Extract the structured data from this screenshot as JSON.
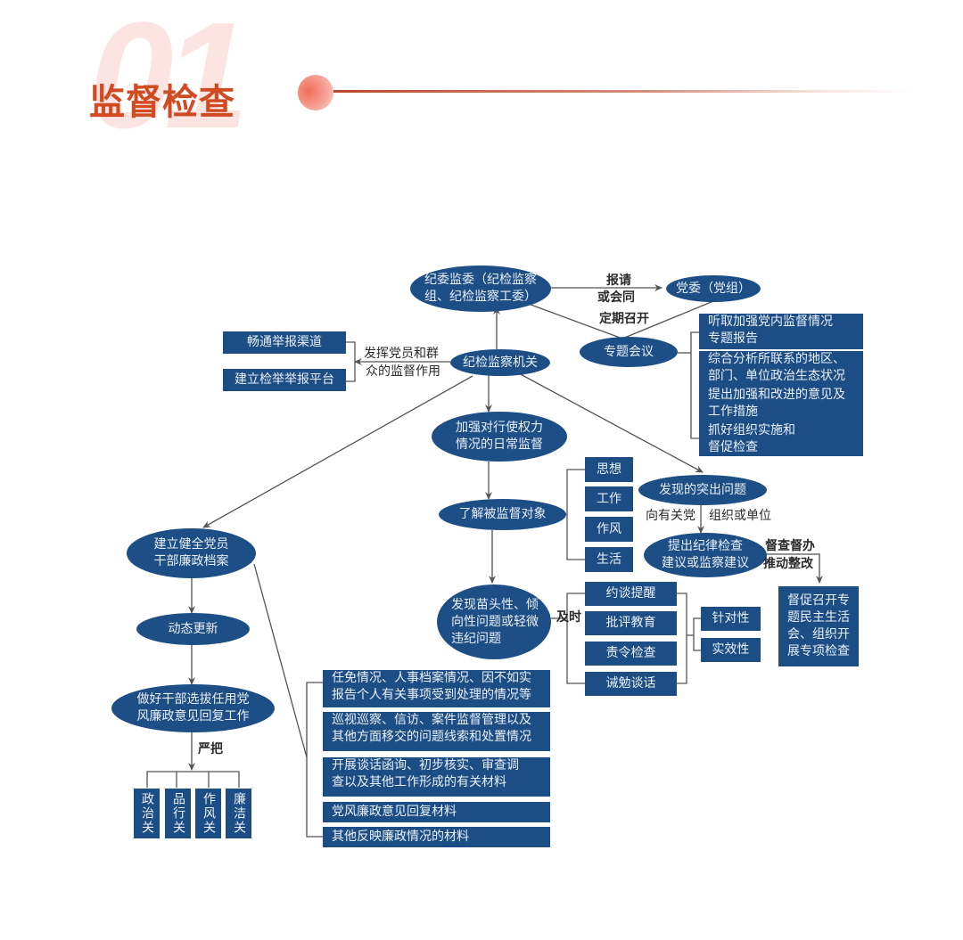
{
  "header": {
    "section_number": "01",
    "title": "监督检查",
    "accent_color": "#d04a22"
  },
  "diagram": {
    "nodes": {
      "jiwei": "纪委监委（纪检监察组、纪检监察工委）",
      "jiwei_line1": "纪委监委（纪检监察",
      "jiwei_line2": "组、纪检监察工委）",
      "dangwei": "党委（党组）",
      "zhuanti": "专题会议",
      "jijian": "纪检监察机关",
      "jiaqiang_line1": "加强对行使权力",
      "jiaqiang_line2": "情况的日常监督",
      "liaojie": "了解被监督对象",
      "faxian_tuchu": "发现的突出问题",
      "tichu_line1": "提出纪律检查",
      "tichu_line2": "建议或监察建议",
      "miaotou_line1": "发现苗头性、倾",
      "miaotou_line2": "向性问题或轻微",
      "miaotou_line3": "违纪问题",
      "dangan_line1": "建立健全党员",
      "dangan_line2": "干部廉政档案",
      "dongtai": "动态更新",
      "xuanba_line1": "做好干部选拔任用党",
      "xuanba_line2": "风廉政意见回复工作"
    },
    "report_channels": [
      "畅通举报渠道",
      "建立检举举报平台"
    ],
    "meeting_items": [
      [
        "听取加强党内监督情况",
        "专题报告"
      ],
      [
        "综合分析所联系的地区、",
        "部门、单位政治生态状况"
      ],
      [
        "提出加强和改进的意见及",
        "工作措施"
      ],
      [
        "抓好组织实施和",
        "督促检查"
      ]
    ],
    "aspects": [
      "思想",
      "工作",
      "作风",
      "生活"
    ],
    "measures": [
      "约谈提醒",
      "批评教育",
      "责令检查",
      "诫勉谈话"
    ],
    "qualities": [
      "针对性",
      "实效性"
    ],
    "rectify_box": [
      "督促召开专",
      "题民主生活",
      "会、组织开",
      "展专项检查"
    ],
    "archive_items": [
      [
        "任免情况、人事档案情况、因不如实",
        "报告个人有关事项受到处理的情况等"
      ],
      [
        "巡视巡察、信访、案件监督管理以及",
        "其他方面移交的问题线索和处置情况"
      ],
      [
        "开展谈话函询、初步核实、审查调",
        "查以及其他工作形成的有关材料"
      ],
      [
        "党风廉政意见回复材料"
      ],
      [
        "其他反映廉政情况的材料"
      ]
    ],
    "gates": [
      "政治关",
      "品行关",
      "作风关",
      "廉洁关"
    ],
    "edge_labels": {
      "report_line1": "报请",
      "report_line2": "或会同",
      "regular": "定期召开",
      "mass_line1": "发挥党员和群",
      "mass_line2": "众的监督作用",
      "to_party": "向有关党",
      "to_org": "组织或单位",
      "supervise_line1": "督查督办",
      "supervise_line2": "推动整改",
      "timely": "及时",
      "strict": "严把"
    },
    "colors": {
      "node_fill": "#1c4e85",
      "node_text": "#e9f0f8",
      "line": "#555555"
    }
  }
}
